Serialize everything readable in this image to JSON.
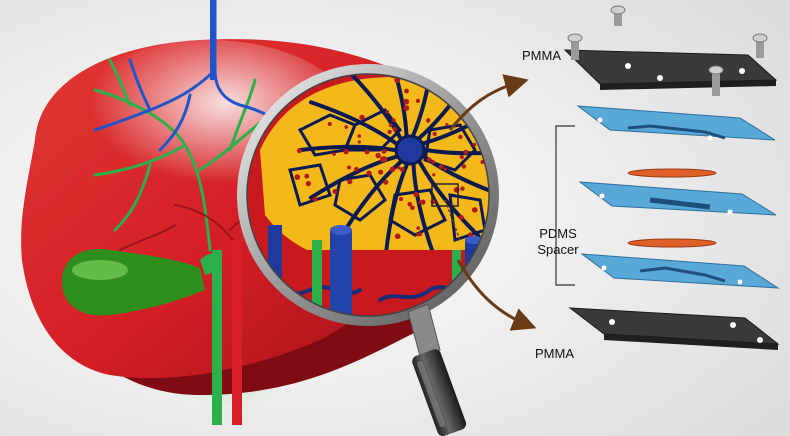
{
  "labels": {
    "pmma_top": "PMMA",
    "pmma_bottom": "PMMA",
    "pdms": "PDMS",
    "spacer": "Spacer"
  },
  "colors": {
    "background": "#f2f2f2",
    "liver_red": "#d81f26",
    "liver_dark": "#8e0d14",
    "gallbladder": "#2f8f1e",
    "vessel_blue": "#1f55c8",
    "vessel_green": "#2bb04a",
    "lobule_yellow": "#f3b81a",
    "sinusoid_navy": "#0c1a52",
    "pmma_plate": "#3a3a3a",
    "pdms_layer": "#58a8d8",
    "spacer_orange": "#e0602a",
    "arrow_brown": "#6a3a14"
  }
}
